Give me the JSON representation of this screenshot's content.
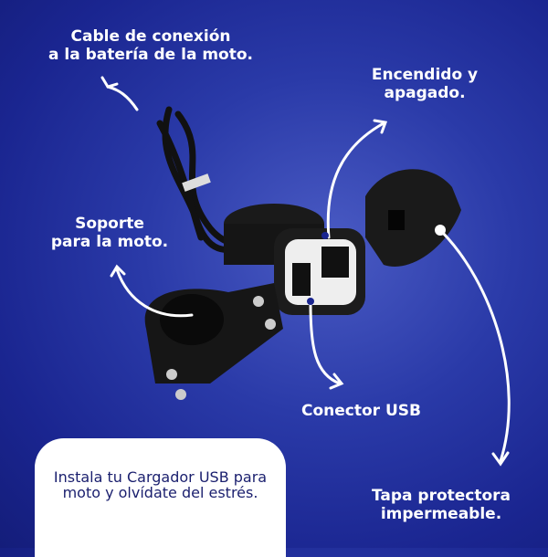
{
  "labels": {
    "cable": [
      "Cable de conexión",
      "a la batería de la moto."
    ],
    "power": [
      "Encendido y",
      "apagado."
    ],
    "support": [
      "Soporte",
      "para la moto."
    ],
    "usb": "Conector USB",
    "cap": [
      "Tapa protectora",
      "impermeable."
    ]
  },
  "promo": "Instala tu Cargador USB para moto y olvídate del estrés.",
  "colors": {
    "background": "#2a3aa8",
    "text": "#ffffff",
    "promo_text": "#1a1f6e"
  }
}
